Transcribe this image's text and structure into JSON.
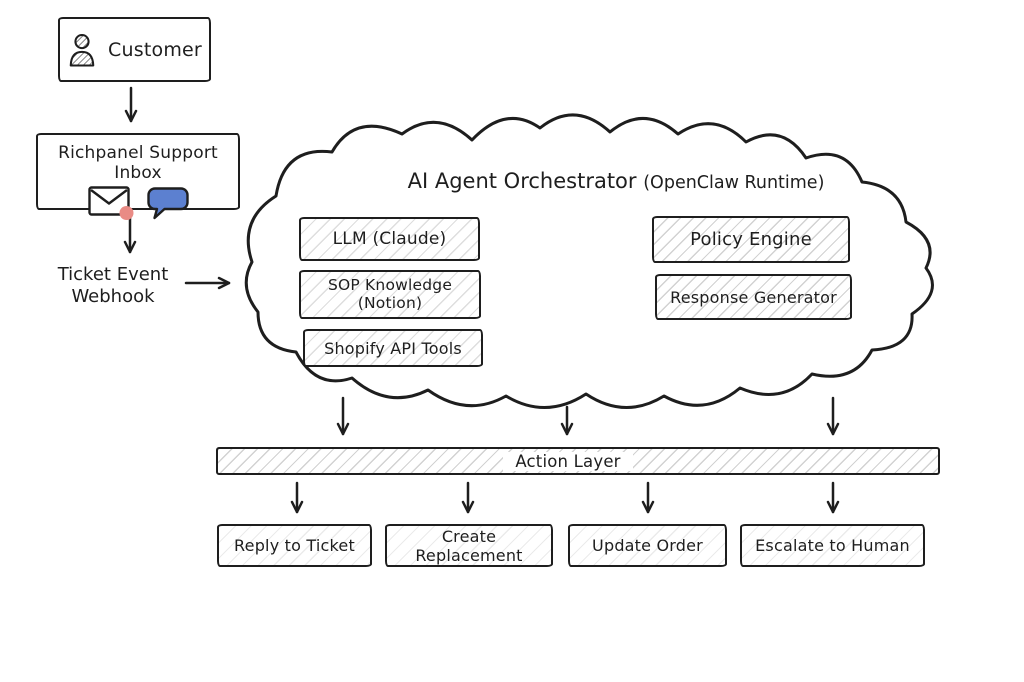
{
  "colors": {
    "ink": "#1e1e1e",
    "chat_bubble_blue": "#5c80d0",
    "notification_red": "#e98b85"
  },
  "customer": {
    "label": "Customer"
  },
  "inbox": {
    "label": "Richpanel Support Inbox"
  },
  "webhook": {
    "line1": "Ticket Event",
    "line2": "Webhook"
  },
  "orchestrator": {
    "title_main": "AI Agent Orchestrator",
    "title_paren": "(OpenClaw Runtime)",
    "components_left": [
      {
        "label": "LLM (Claude)"
      },
      {
        "label": "SOP Knowledge",
        "sublabel": "(Notion)"
      },
      {
        "label": "Shopify API Tools"
      }
    ],
    "components_right": [
      {
        "label": "Policy Engine"
      },
      {
        "label": "Response Generator"
      }
    ]
  },
  "action_layer": {
    "label": "Action Layer"
  },
  "actions": [
    {
      "label": "Reply to Ticket"
    },
    {
      "label": "Create Replacement"
    },
    {
      "label": "Update Order"
    },
    {
      "label": "Escalate to Human"
    }
  ]
}
